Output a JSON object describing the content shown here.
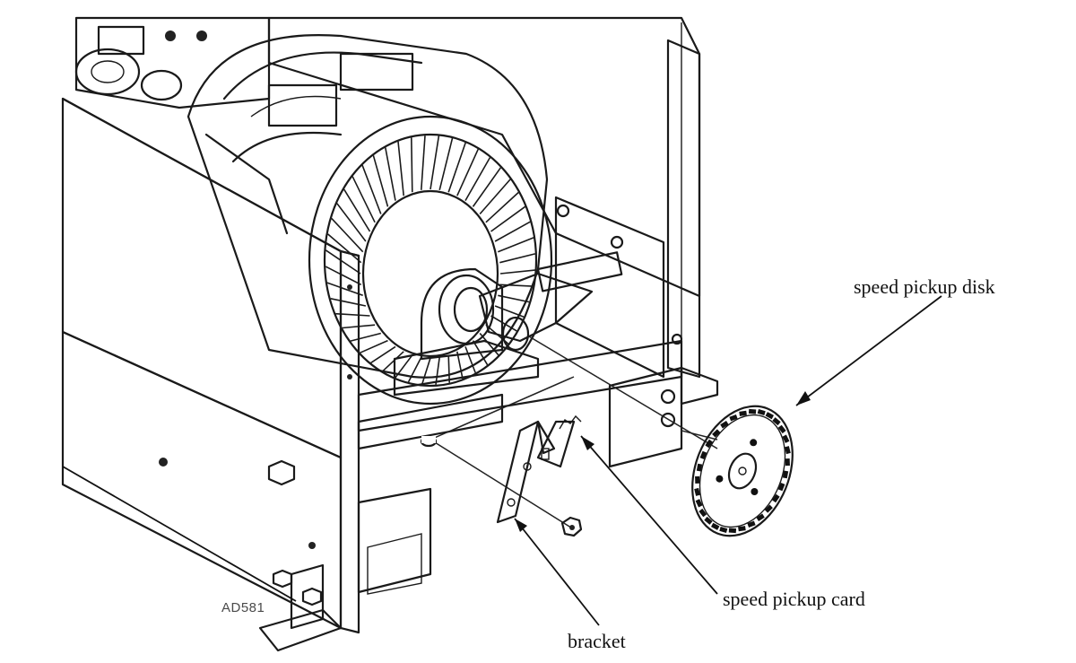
{
  "diagram": {
    "callouts": {
      "disk": "speed pickup disk",
      "card": "speed pickup card",
      "bracket": "bracket"
    },
    "figure_code": "AD581"
  }
}
